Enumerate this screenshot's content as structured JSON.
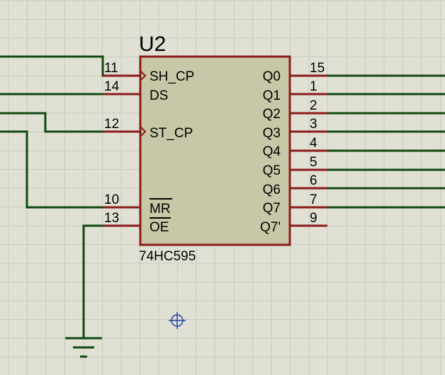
{
  "component": {
    "refdes": "U2",
    "part": "74HC595",
    "left_pins": [
      {
        "num": "11",
        "label": "SH_CP",
        "clock": true
      },
      {
        "num": "14",
        "label": "DS",
        "clock": false
      },
      {
        "num": "12",
        "label": "ST_CP",
        "clock": true
      },
      {
        "num": "10",
        "label": "MR",
        "overbar": true
      },
      {
        "num": "13",
        "label": "OE",
        "overbar": true
      }
    ],
    "right_pins": [
      {
        "num": "15",
        "label": "Q0"
      },
      {
        "num": "1",
        "label": "Q1"
      },
      {
        "num": "2",
        "label": "Q2"
      },
      {
        "num": "3",
        "label": "Q3"
      },
      {
        "num": "4",
        "label": "Q4"
      },
      {
        "num": "5",
        "label": "Q5"
      },
      {
        "num": "6",
        "label": "Q6"
      },
      {
        "num": "7",
        "label": "Q7"
      },
      {
        "num": "9",
        "label": "Q7'"
      }
    ]
  },
  "colors": {
    "background": "#e0e0d5",
    "grid": "#cacabd",
    "body_fill": "#c8c8a8",
    "body_stroke": "#8b1a1a",
    "pin": "#8b1a1a",
    "wire": "#0f4a0f",
    "marker": "#2244aa"
  },
  "icons": {
    "ground": "ground-symbol-icon",
    "cursor": "crosshair-target-icon"
  }
}
